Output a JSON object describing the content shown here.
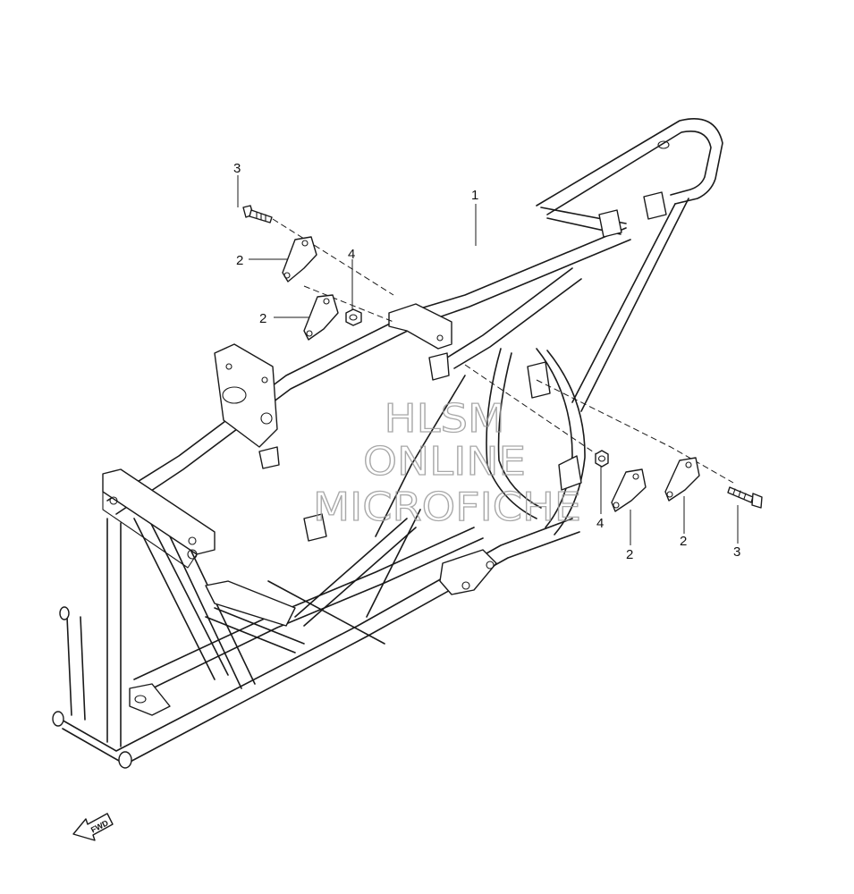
{
  "callouts": [
    {
      "id": "frame",
      "label": "1"
    },
    {
      "id": "bracket-upper-left-a",
      "label": "2"
    },
    {
      "id": "bracket-upper-left-b",
      "label": "2"
    },
    {
      "id": "bracket-lower-right-a",
      "label": "2"
    },
    {
      "id": "bracket-lower-right-b",
      "label": "2"
    },
    {
      "id": "bolt-left",
      "label": "3"
    },
    {
      "id": "bolt-right",
      "label": "3"
    },
    {
      "id": "nut-left",
      "label": "4"
    },
    {
      "id": "nut-right",
      "label": "4"
    }
  ],
  "watermark": {
    "line1": "HLSM",
    "line2": "ONLINE",
    "line3": "MICROFICHE"
  },
  "direction_arrow": {
    "label": "FWD",
    "icon": "fwd-arrow-icon"
  }
}
